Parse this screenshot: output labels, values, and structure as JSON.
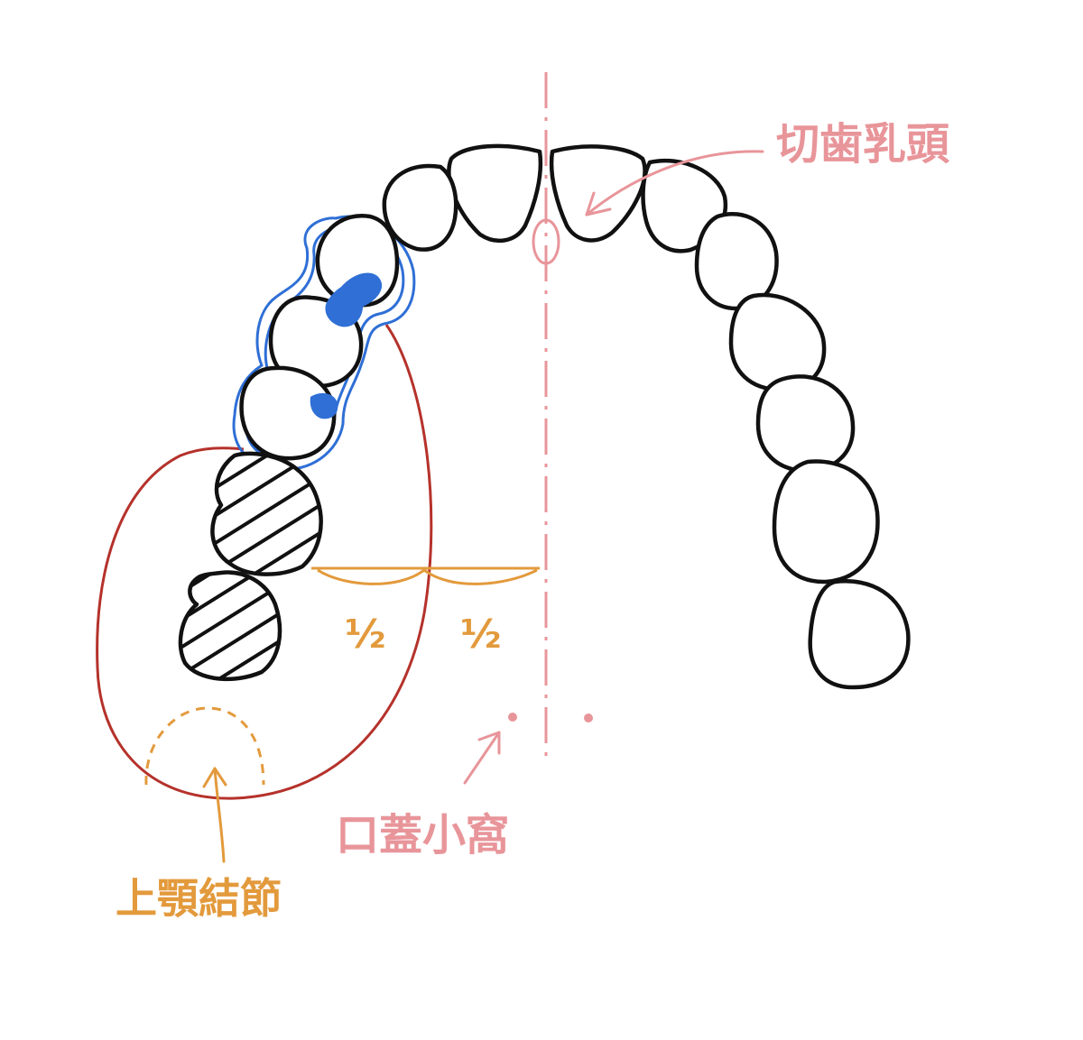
{
  "labels": {
    "incisive_papilla": "切歯乳頭",
    "palatine_fovea": "口蓋小窩",
    "maxillary_tuberosity": "上顎結節",
    "half_left": "½",
    "half_right": "½"
  },
  "colors": {
    "tooth_outline": "#111111",
    "midline": "#e8959a",
    "annotation_pink": "#e8959a",
    "annotation_orange": "#e39a3c",
    "clasp_blue": "#2f6fd6",
    "denture_outline": "#b5322b"
  },
  "icons": {
    "arrow_incisive": "arrow-icon",
    "arrow_fovea": "arrow-icon",
    "arrow_tuberosity": "arrow-icon"
  }
}
